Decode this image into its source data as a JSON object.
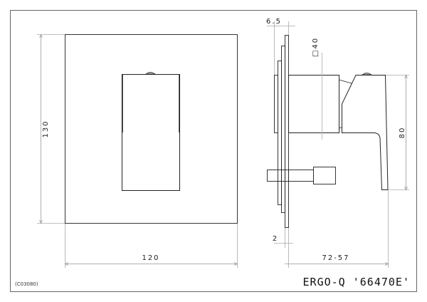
{
  "drawing": {
    "title": "ERGO-Q '66470E'",
    "drawing_code": "(C03080)",
    "colors": {
      "outline": "#222222",
      "dimension_line": "#999999",
      "frame": "#666666",
      "background": "#ffffff"
    }
  },
  "front_view": {
    "dimensions": {
      "height": "130",
      "width": "120"
    }
  },
  "side_view": {
    "dimensions": {
      "plate_thickness": "6.5",
      "body_square": "□40",
      "handle_height": "80",
      "min_plate": "2",
      "depth_range": "72-57"
    }
  }
}
